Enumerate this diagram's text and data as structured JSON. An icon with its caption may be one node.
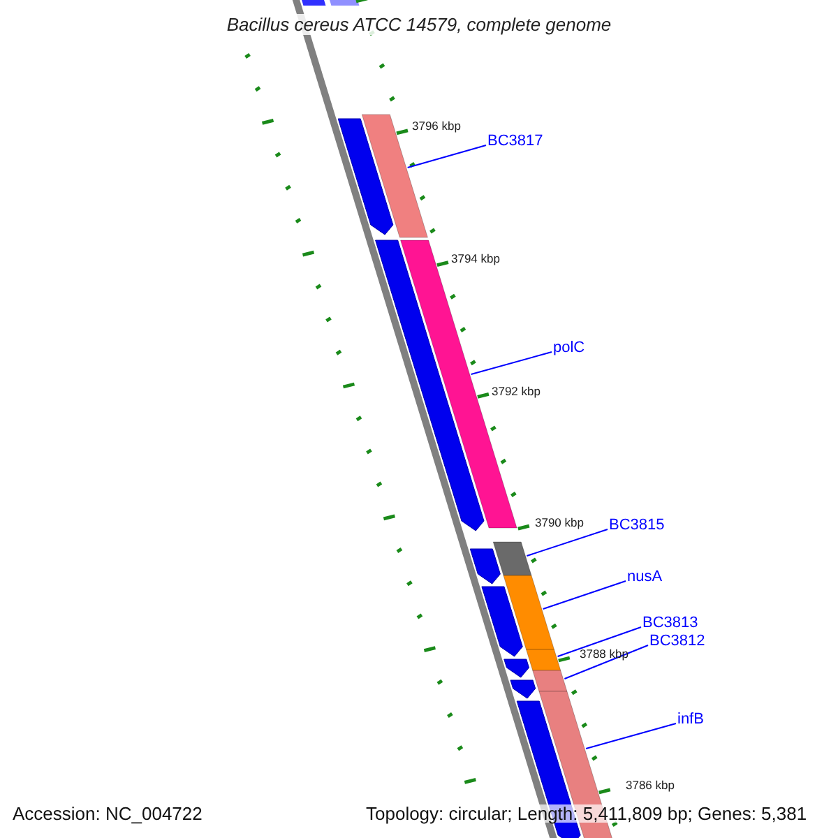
{
  "diagram": {
    "title": "Bacillus cereus ATCC 14579, complete genome",
    "nodes": [
      {
        "text": [
          "BC3817"
        ]
      },
      {
        "text": [],
        "shape": "bar"
      },
      {
        "text": [
          "polC"
        ]
      },
      {
        "text": [],
        "shape": "bar"
      },
      {
        "text": [
          "BC3815"
        ]
      },
      {
        "text": [],
        "shape": "bar"
      },
      {
        "text": [
          "nusA"
        ]
      },
      {
        "text": [],
        "shape": "bar"
      },
      {
        "text": [
          "BC3813"
        ]
      },
      {
        "text": [],
        "shape": "bar"
      },
      {
        "text": [
          "BC3812"
        ]
      },
      {
        "text": [],
        "shape": "bar"
      },
      {
        "text": [
          "infB"
        ]
      },
      {
        "text": [],
        "shape": "bar"
      },
      {
        "text": [],
        "shape": "arrow"
      },
      {
        "text": [],
        "shape": "arrow"
      },
      {
        "text": [],
        "shape": "arrow"
      },
      {
        "text": [],
        "shape": "arrow"
      },
      {
        "text": [],
        "shape": "arrow"
      },
      {
        "text": [],
        "shape": "arrow"
      },
      {
        "text": [],
        "shape": "arrow"
      }
    ],
    "edges": [
      {
        "from": 0,
        "to": 1,
        "arrow": "none"
      },
      {
        "from": 2,
        "to": 3,
        "arrow": "none"
      },
      {
        "from": 4,
        "to": 5,
        "arrow": "none"
      },
      {
        "from": 6,
        "to": 7,
        "arrow": "none"
      },
      {
        "from": 8,
        "to": 9,
        "arrow": "none"
      },
      {
        "from": 10,
        "to": 11,
        "arrow": "none"
      },
      {
        "from": 12,
        "to": 13,
        "arrow": "none"
      }
    ],
    "labels": [
      "3796 kbp",
      "3794 kbp",
      "3792 kbp",
      "3790 kbp",
      "3788 kbp",
      "3786 kbp",
      "Accession: NC_004722",
      "Topology: circular; Length: 5,411,809 bp; Genes: 5,381"
    ]
  }
}
